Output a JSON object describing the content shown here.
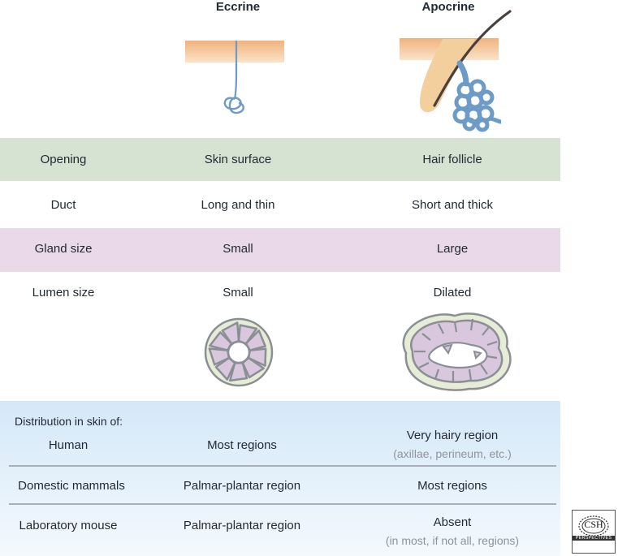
{
  "columns": {
    "eccrine": "Eccrine",
    "apocrine": "Apocrine"
  },
  "rows": {
    "opening": {
      "label": "Opening",
      "eccrine": "Skin surface",
      "apocrine": "Hair follicle"
    },
    "duct": {
      "label": "Duct",
      "eccrine": "Long and thin",
      "apocrine": "Short and thick"
    },
    "gland_size": {
      "label": "Gland size",
      "eccrine": "Small",
      "apocrine": "Large"
    },
    "lumen_size": {
      "label": "Lumen size",
      "eccrine": "Small",
      "apocrine": "Dilated"
    }
  },
  "distribution": {
    "heading": "Distribution in skin of:",
    "human": {
      "label": "Human",
      "eccrine": "Most regions",
      "apocrine": "Very hairy region",
      "apocrine_note": "(axillae, perineum, etc.)"
    },
    "domestic": {
      "label": "Domestic mammals",
      "eccrine": "Palmar-plantar region",
      "apocrine": "Most regions"
    },
    "mouse": {
      "label": "Laboratory mouse",
      "eccrine": "Palmar-plantar region",
      "apocrine": "Absent",
      "apocrine_note": "(in most, if not all, regions)"
    }
  },
  "logo": {
    "text": "CSH",
    "subtext": "PERSPECTIVES"
  },
  "colors": {
    "opening_band": "#d6e3d3",
    "gland_band": "#e9d9e9",
    "distribution_top": "#d4e8f8",
    "skin": "#f2c396",
    "gland_blue": "#6d9bc7",
    "hair": "#4a3f3c",
    "follicle": "#f3d3a5",
    "cell_fill": "#d9c8dd",
    "cell_stroke": "#8a8f95",
    "basal_fill": "#e6ecd6"
  }
}
